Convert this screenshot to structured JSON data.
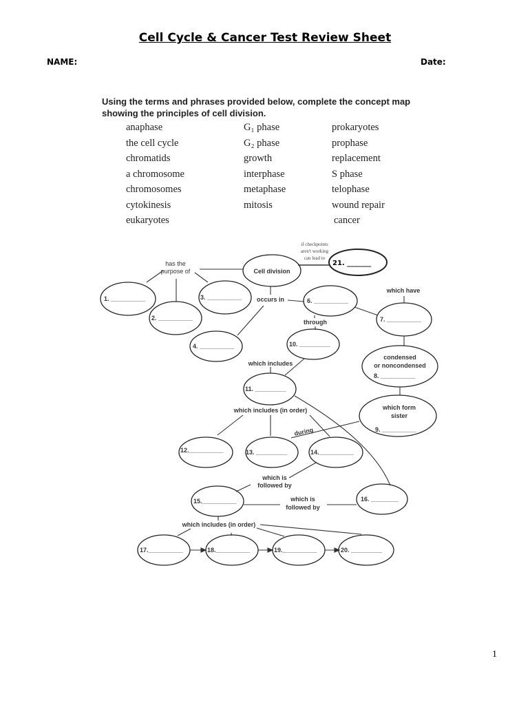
{
  "title": "Cell Cycle & Cancer Test Review Sheet",
  "name_label": "NAME:",
  "date_label": "Date:",
  "instructions": "Using the terms and phrases provided below, complete the concept map showing the principles of cell division.",
  "terms": {
    "col1": [
      "anaphase",
      "the cell cycle",
      "chromatids",
      "a chromosome",
      "chromosomes",
      "cytokinesis",
      "eukaryotes"
    ],
    "col2": [
      "G₁ phase",
      "G₂ phase",
      "growth",
      "interphase",
      "metaphase",
      "mitosis"
    ],
    "col3": [
      "prokaryotes",
      "prophase",
      "replacement",
      "S phase",
      "telophase",
      "wound repair",
      "cancer"
    ]
  },
  "map": {
    "center": "Cell division",
    "checkpoint": [
      "if checkpoints",
      "aren't working",
      "can lead to"
    ],
    "links": {
      "purpose": [
        "has the",
        "purpose of"
      ],
      "occurs_in": "occurs in",
      "through": "through",
      "which_have": "which have",
      "which_includes": "which includes",
      "includes_in_order_1": "which includes (in order)",
      "during": "during",
      "followed_by_1": [
        "which is",
        "followed by"
      ],
      "followed_by_2": [
        "which is",
        "followed by"
      ],
      "includes_in_order_2": "which includes (in order)"
    },
    "node8_text": [
      "condensed",
      "or noncondensed"
    ],
    "node9_text": [
      "which form",
      "sister"
    ],
    "blanks": {
      "n1": "1. __________",
      "n2": "2. __________",
      "n3": "3. __________",
      "n4": "4. __________",
      "n6": "6. __________",
      "n7": "7. __________",
      "n8": "8. __________",
      "n9": "9. __________",
      "n10": "10. _________",
      "n11": "11. _________",
      "n12": "12.__________",
      "n13": "13. _________",
      "n14": "14.__________",
      "n15": "15.__________",
      "n16": "16. ________",
      "n17": "17.__________",
      "n18": "18.__________",
      "n19": "19.__________",
      "n20": "20. _________",
      "n21": "21. _______"
    }
  },
  "page_number": "1"
}
